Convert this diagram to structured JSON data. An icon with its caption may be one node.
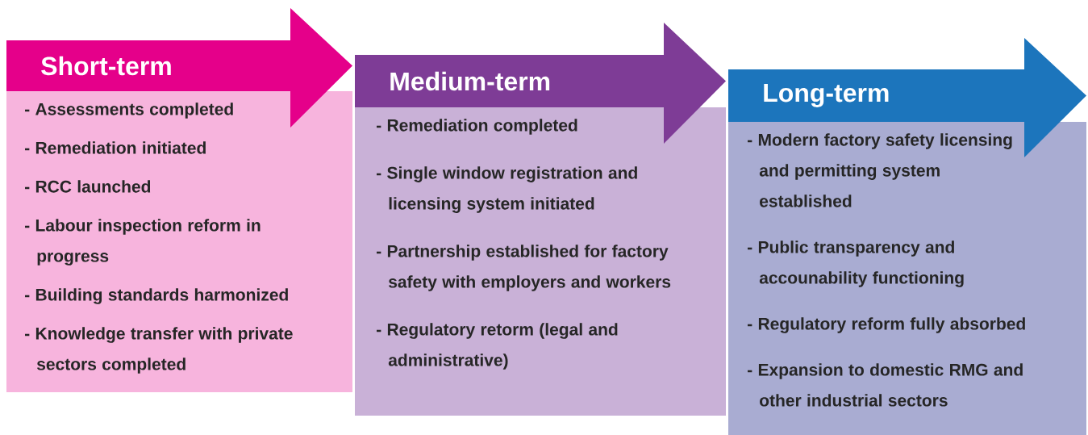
{
  "diagram": {
    "nodes": [
      {
        "text": [
          "Short-term"
        ]
      },
      {
        "text": [
          "- Assessments completed",
          "- Remediation initiated",
          "- RCC launched",
          "- Labour inspection reform in progress",
          "- Building standards harmonized",
          "- Knowledge transfer with private sectors completed"
        ]
      },
      {
        "text": [
          "Medium-term"
        ]
      },
      {
        "text": [
          "- Remediation completed",
          "- Single window registration and licensing system initiated",
          "- Partnership established for factory safety with employers and workers",
          "- Regulatory retorm (legal and administrative)"
        ]
      },
      {
        "text": [
          "Long-term"
        ]
      },
      {
        "text": [
          "- Modern factory safety licensing and permitting system established",
          "- Public transparency and accounability functioning",
          "- Regulatory reform fully absorbed",
          "- Expansion to domestic RMG and other industrial sectors"
        ]
      }
    ]
  }
}
